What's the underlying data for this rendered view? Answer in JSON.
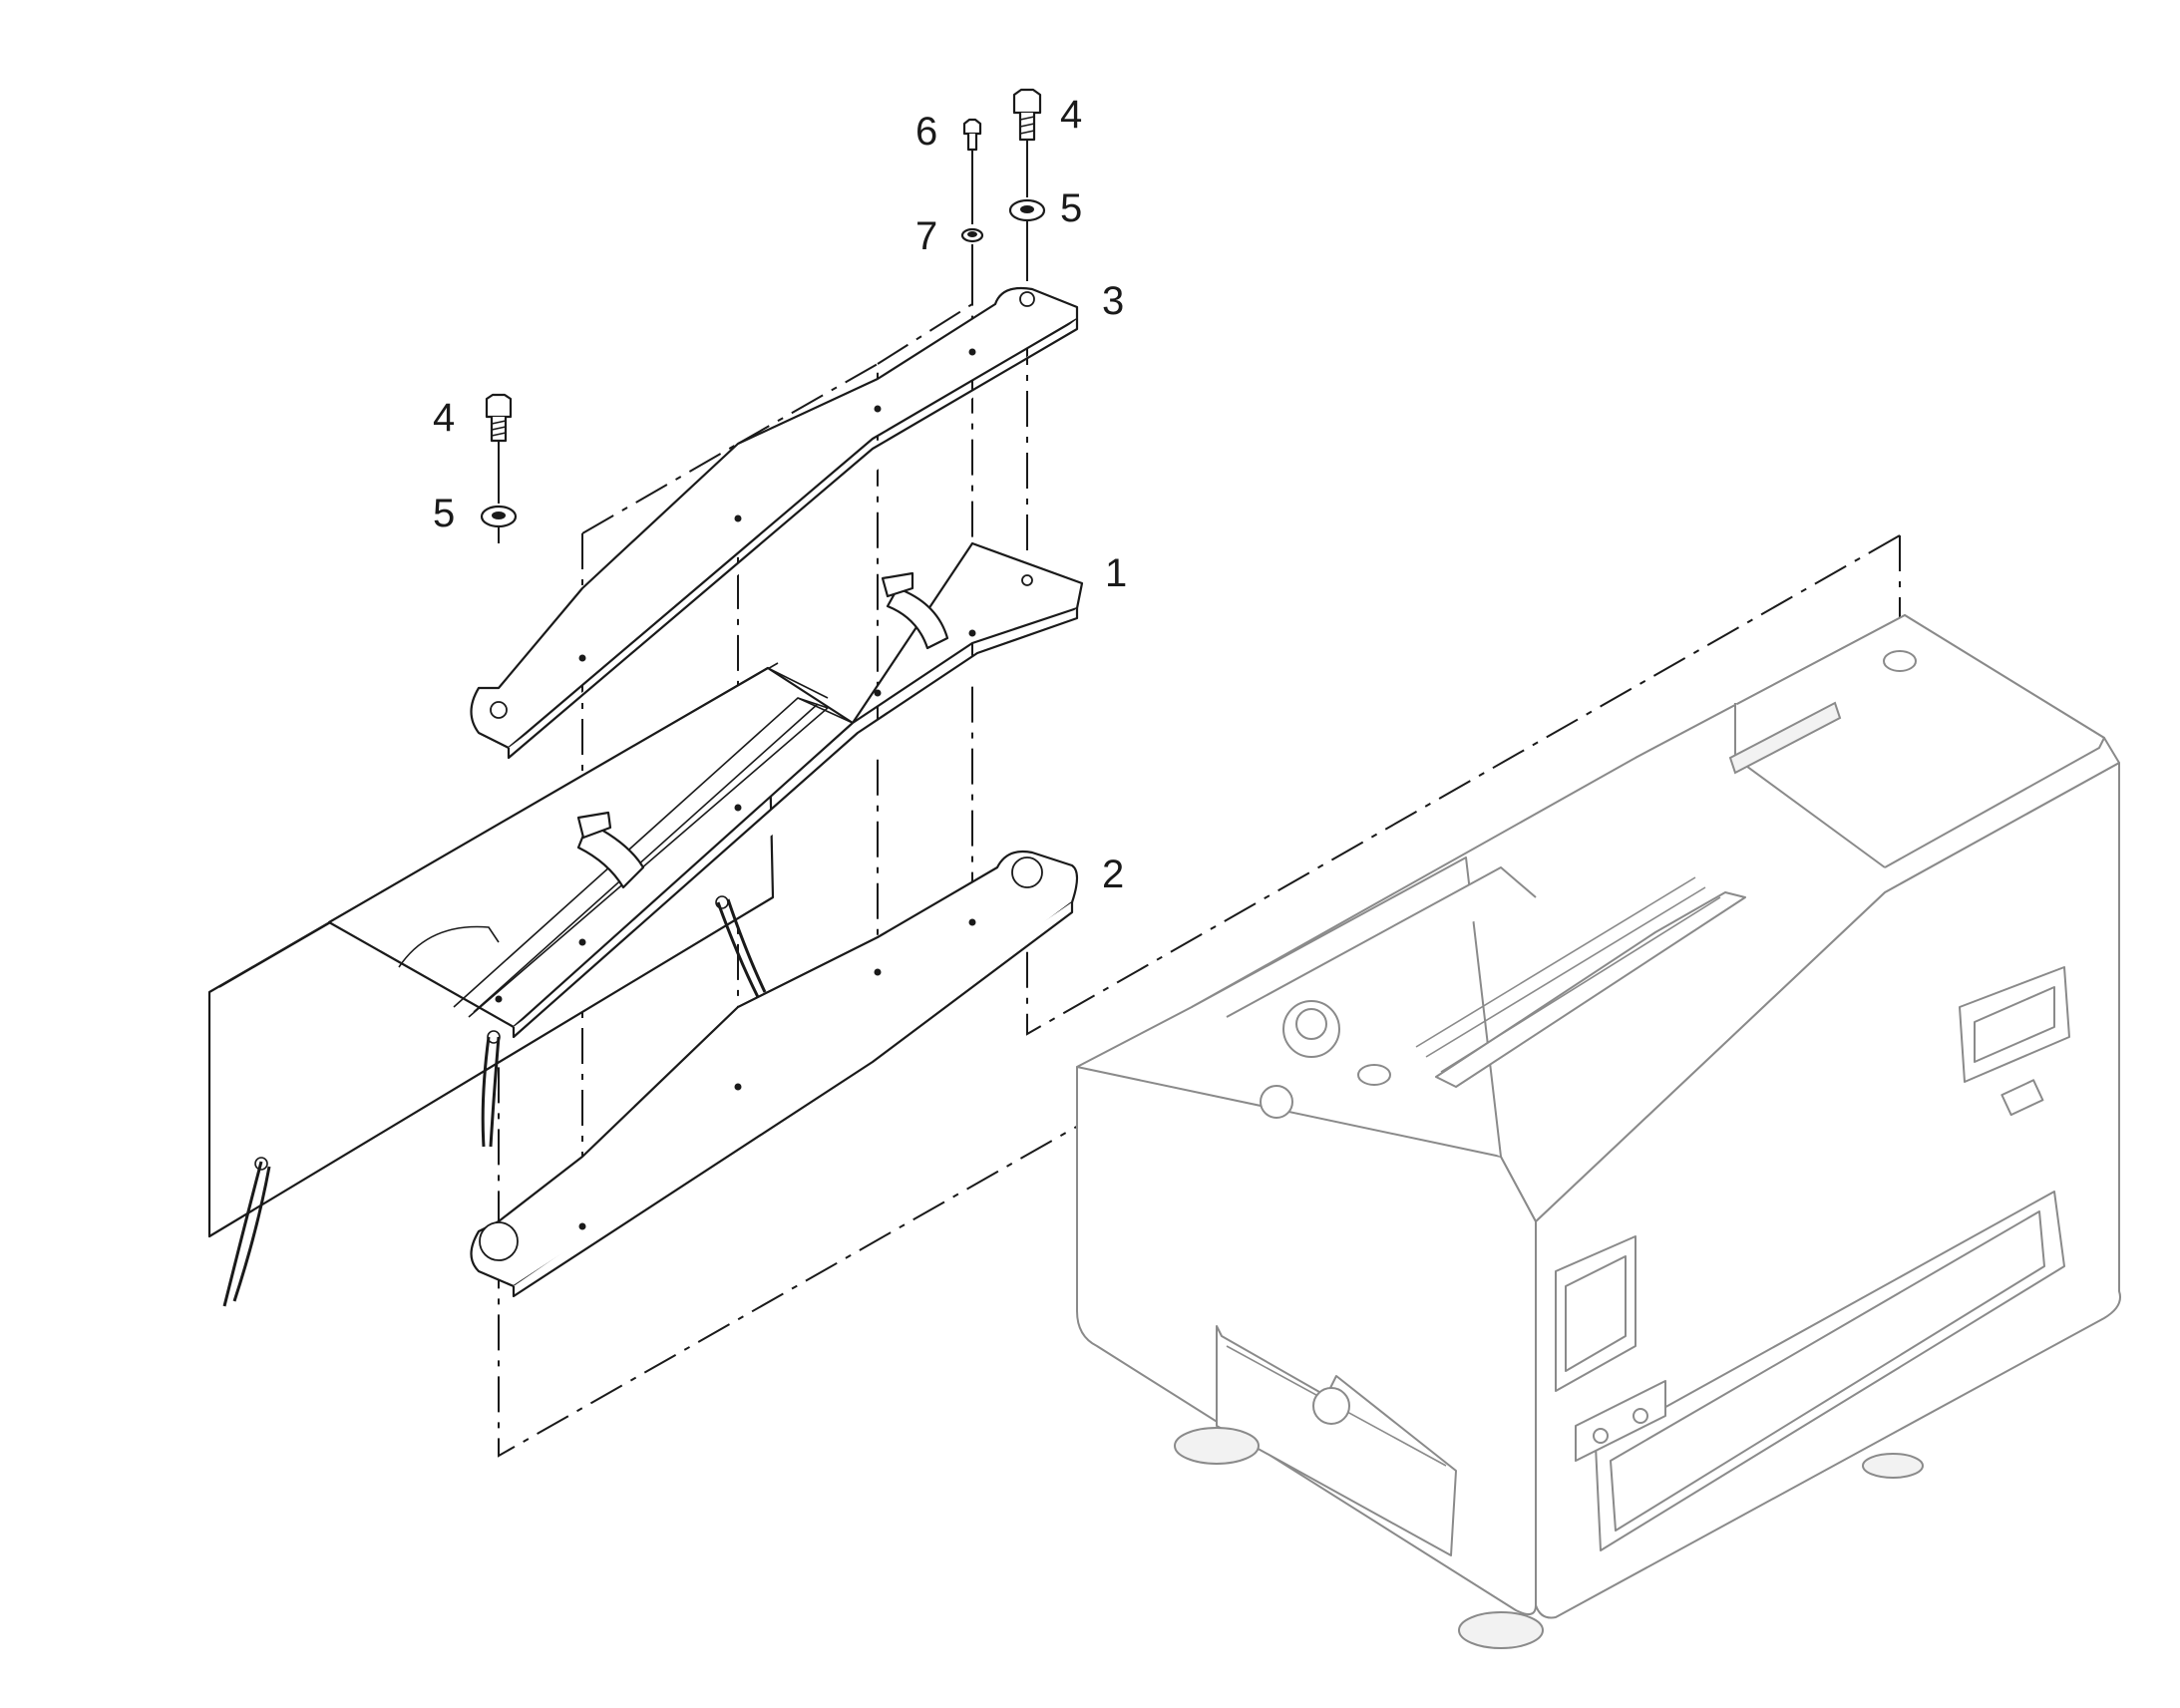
{
  "callouts": [
    {
      "id": "c6",
      "text": "6"
    },
    {
      "id": "c4a",
      "text": "4"
    },
    {
      "id": "c5a",
      "text": "5"
    },
    {
      "id": "c7",
      "text": "7"
    },
    {
      "id": "c3",
      "text": "3"
    },
    {
      "id": "c4b",
      "text": "4"
    },
    {
      "id": "c5b",
      "text": "5"
    },
    {
      "id": "c1",
      "text": "1"
    },
    {
      "id": "c2",
      "text": "2"
    }
  ]
}
